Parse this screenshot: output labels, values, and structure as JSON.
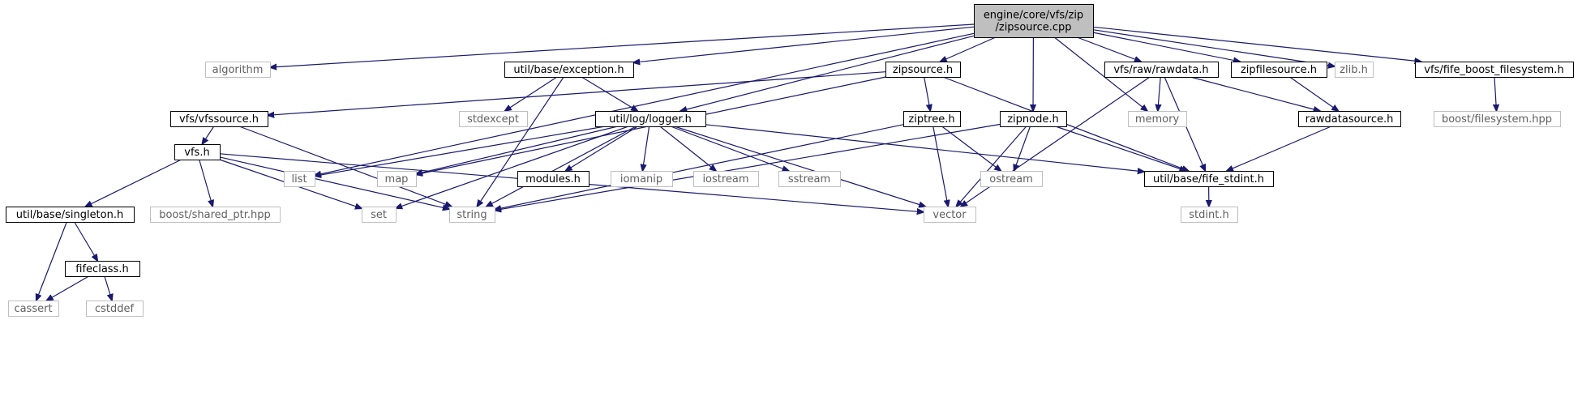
{
  "nodes": [
    {
      "id": "root",
      "style": "root",
      "lines": [
        "engine/core/vfs/zip",
        "/zipsource.cpp"
      ]
    },
    {
      "id": "algorithm",
      "style": "light",
      "lines": [
        "algorithm"
      ]
    },
    {
      "id": "exception",
      "style": "dark",
      "lines": [
        "util/base/exception.h"
      ]
    },
    {
      "id": "zipsource_h",
      "style": "dark",
      "lines": [
        "zipsource.h"
      ]
    },
    {
      "id": "rawdata",
      "style": "dark",
      "lines": [
        "vfs/raw/rawdata.h"
      ]
    },
    {
      "id": "zipfilesource",
      "style": "dark",
      "lines": [
        "zipfilesource.h"
      ]
    },
    {
      "id": "zlib",
      "style": "light",
      "lines": [
        "zlib.h"
      ]
    },
    {
      "id": "boostfs",
      "style": "dark",
      "lines": [
        "vfs/fife_boost_filesystem.h"
      ]
    },
    {
      "id": "vfssource",
      "style": "dark",
      "lines": [
        "vfs/vfssource.h"
      ]
    },
    {
      "id": "stdexcept",
      "style": "light",
      "lines": [
        "stdexcept"
      ]
    },
    {
      "id": "logger",
      "style": "dark",
      "lines": [
        "util/log/logger.h"
      ]
    },
    {
      "id": "ziptree",
      "style": "dark",
      "lines": [
        "ziptree.h"
      ]
    },
    {
      "id": "zipnode",
      "style": "dark",
      "lines": [
        "zipnode.h"
      ]
    },
    {
      "id": "memory",
      "style": "light",
      "lines": [
        "memory"
      ]
    },
    {
      "id": "rawdatasource",
      "style": "dark",
      "lines": [
        "rawdatasource.h"
      ]
    },
    {
      "id": "boostfshpp",
      "style": "light",
      "lines": [
        "boost/filesystem.hpp"
      ]
    },
    {
      "id": "vfs",
      "style": "dark",
      "lines": [
        "vfs.h"
      ]
    },
    {
      "id": "list",
      "style": "light",
      "lines": [
        "list"
      ]
    },
    {
      "id": "map",
      "style": "light",
      "lines": [
        "map"
      ]
    },
    {
      "id": "modules",
      "style": "dark",
      "lines": [
        "modules.h"
      ]
    },
    {
      "id": "iomanip",
      "style": "light",
      "lines": [
        "iomanip"
      ]
    },
    {
      "id": "iostream",
      "style": "light",
      "lines": [
        "iostream"
      ]
    },
    {
      "id": "sstream",
      "style": "light",
      "lines": [
        "sstream"
      ]
    },
    {
      "id": "ostream",
      "style": "light",
      "lines": [
        "ostream"
      ]
    },
    {
      "id": "stdint_fife",
      "style": "dark",
      "lines": [
        "util/base/fife_stdint.h"
      ]
    },
    {
      "id": "singleton",
      "style": "dark",
      "lines": [
        "util/base/singleton.h"
      ]
    },
    {
      "id": "sharedptr",
      "style": "light",
      "lines": [
        "boost/shared_ptr.hpp"
      ]
    },
    {
      "id": "set",
      "style": "light",
      "lines": [
        "set"
      ]
    },
    {
      "id": "string",
      "style": "light",
      "lines": [
        "string"
      ]
    },
    {
      "id": "vector",
      "style": "light",
      "lines": [
        "vector"
      ]
    },
    {
      "id": "stdint",
      "style": "light",
      "lines": [
        "stdint.h"
      ]
    },
    {
      "id": "fifeclass",
      "style": "dark",
      "lines": [
        "fifeclass.h"
      ]
    },
    {
      "id": "cassert",
      "style": "light",
      "lines": [
        "cassert"
      ]
    },
    {
      "id": "cstddef",
      "style": "light",
      "lines": [
        "cstddef"
      ]
    }
  ],
  "edges": [
    [
      "root",
      "algorithm"
    ],
    [
      "root",
      "exception"
    ],
    [
      "root",
      "zipsource_h"
    ],
    [
      "root",
      "logger"
    ],
    [
      "root",
      "zipnode"
    ],
    [
      "root",
      "memory"
    ],
    [
      "root",
      "rawdata"
    ],
    [
      "root",
      "zipfilesource"
    ],
    [
      "root",
      "zlib"
    ],
    [
      "root",
      "boostfs"
    ],
    [
      "root",
      "list"
    ],
    [
      "exception",
      "stdexcept"
    ],
    [
      "exception",
      "logger"
    ],
    [
      "exception",
      "string"
    ],
    [
      "zipsource_h",
      "vfssource"
    ],
    [
      "zipsource_h",
      "ziptree"
    ],
    [
      "zipsource_h",
      "map"
    ],
    [
      "zipsource_h",
      "stdint_fife"
    ],
    [
      "rawdata",
      "memory"
    ],
    [
      "rawdata",
      "stdint_fife"
    ],
    [
      "rawdata",
      "rawdatasource"
    ],
    [
      "rawdata",
      "vector"
    ],
    [
      "zipfilesource",
      "rawdatasource"
    ],
    [
      "boostfs",
      "boostfshpp"
    ],
    [
      "vfssource",
      "vfs"
    ],
    [
      "vfssource",
      "string"
    ],
    [
      "logger",
      "list"
    ],
    [
      "logger",
      "map"
    ],
    [
      "logger",
      "modules"
    ],
    [
      "logger",
      "iomanip"
    ],
    [
      "logger",
      "iostream"
    ],
    [
      "logger",
      "sstream"
    ],
    [
      "logger",
      "stdint_fife"
    ],
    [
      "logger",
      "set"
    ],
    [
      "logger",
      "string"
    ],
    [
      "logger",
      "vector"
    ],
    [
      "ziptree",
      "ostream"
    ],
    [
      "ziptree",
      "string"
    ],
    [
      "ziptree",
      "vector"
    ],
    [
      "zipnode",
      "ostream"
    ],
    [
      "zipnode",
      "stdint_fife"
    ],
    [
      "zipnode",
      "string"
    ],
    [
      "zipnode",
      "vector"
    ],
    [
      "rawdatasource",
      "stdint_fife"
    ],
    [
      "stdint_fife",
      "stdint"
    ],
    [
      "vfs",
      "singleton"
    ],
    [
      "vfs",
      "sharedptr"
    ],
    [
      "vfs",
      "set"
    ],
    [
      "vfs",
      "string"
    ],
    [
      "vfs",
      "vector"
    ],
    [
      "singleton",
      "fifeclass"
    ],
    [
      "singleton",
      "cassert"
    ],
    [
      "fifeclass",
      "cassert"
    ],
    [
      "fifeclass",
      "cstddef"
    ]
  ]
}
